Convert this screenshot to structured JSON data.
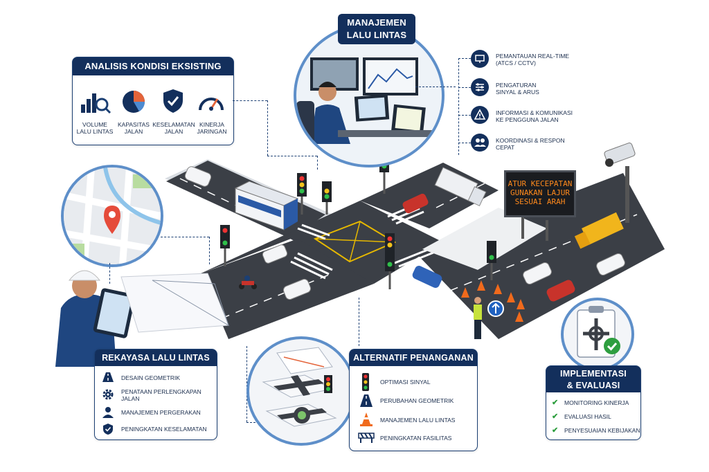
{
  "colors": {
    "navy": "#132f5c",
    "road": "#3b3f46",
    "accent_green": "#2e9e3f",
    "accent_orange": "#ff8a1c"
  },
  "manajemen": {
    "title_line1": "MANAJEMEN",
    "title_line2": "LALU LINTAS"
  },
  "analisis": {
    "title": "ANALISIS KONDISI EKSISTING",
    "items": [
      {
        "icon": "bar-chart-magnifier-icon",
        "line1": "VOLUME",
        "line2": "LALU LINTAS"
      },
      {
        "icon": "pie-chart-icon",
        "line1": "KAPASITAS",
        "line2": "JALAN"
      },
      {
        "icon": "shield-check-icon",
        "line1": "KESELAMATAN",
        "line2": "JALAN"
      },
      {
        "icon": "speedometer-icon",
        "line1": "KINERJA",
        "line2": "JARINGAN"
      }
    ]
  },
  "features": [
    {
      "icon": "monitor-icon",
      "line1": "PEMANTAUAN REAL-TIME",
      "line2": "(ATCS / CCTV)"
    },
    {
      "icon": "sliders-icon",
      "line1": "PENGATURAN",
      "line2": "SINYAL & ARUS"
    },
    {
      "icon": "warning-icon",
      "line1": "INFORMASI & KOMUNIKASI",
      "line2": "KE PENGGUNA JALAN"
    },
    {
      "icon": "people-icon",
      "line1": "KOORDINASI & RESPON",
      "line2": "CEPAT"
    }
  ],
  "vms": {
    "line1": "ATUR KECEPATAN",
    "line2": "GUNAKAN LAJUR",
    "line3": "SESUAI ARAH"
  },
  "rekayasa": {
    "title": "REKAYASA LALU LINTAS",
    "items": [
      {
        "icon": "road-icon",
        "line1": "DESAIN GEOMETRIK",
        "line2": ""
      },
      {
        "icon": "gear-icon",
        "line1": "PENATAAN PERLENGKAPAN",
        "line2": "JALAN"
      },
      {
        "icon": "person-icon",
        "line1": "MANAJEMEN PERGERAKAN",
        "line2": ""
      },
      {
        "icon": "shield-icon",
        "line1": "PENINGKATAN KESELAMATAN",
        "line2": ""
      }
    ]
  },
  "alternatif": {
    "title": "ALTERNATIF PENANGANAN",
    "items": [
      {
        "icon": "traffic-light-icon",
        "label": "OPTIMASI SINYAL"
      },
      {
        "icon": "road-icon",
        "label": "PERUBAHAN GEOMETRIK"
      },
      {
        "icon": "traffic-cone-icon",
        "label": "MANAJEMEN LALU LINTAS"
      },
      {
        "icon": "barrier-icon",
        "label": "PENINGKATAN FASILITAS"
      }
    ]
  },
  "implementasi": {
    "title_line1": "IMPLEMENTASI",
    "title_line2": "& EVALUASI",
    "items": [
      {
        "icon": "check-icon",
        "label": "MONITORING KINERJA"
      },
      {
        "icon": "check-icon",
        "label": "EVALUASI HASIL"
      },
      {
        "icon": "check-icon",
        "label": "PENYESUAIAN KEBIJAKAN"
      }
    ]
  }
}
